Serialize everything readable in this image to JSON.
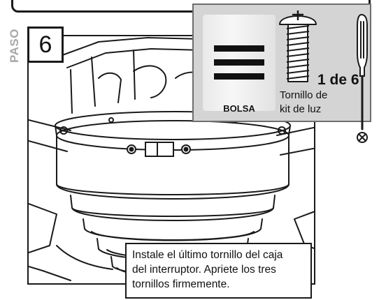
{
  "step": {
    "section_label": "PASO",
    "number": "6"
  },
  "parts": {
    "bag_label": "BOLSA",
    "quantity": "1 de 6",
    "screw_name_line1": "Tornillo de",
    "screw_name_line2": "kit de luz"
  },
  "tool": {
    "name": "phillips-screwdriver-icon"
  },
  "instruction": {
    "line1": "Instale el último tornillo del caja",
    "line2": "del interruptor. Apriete los tres",
    "line3": "tornillos firmemente."
  },
  "colors": {
    "panel": "#d4d4d4",
    "outline": "#1a1a1a",
    "paso_gray": "#a8a8a8"
  }
}
